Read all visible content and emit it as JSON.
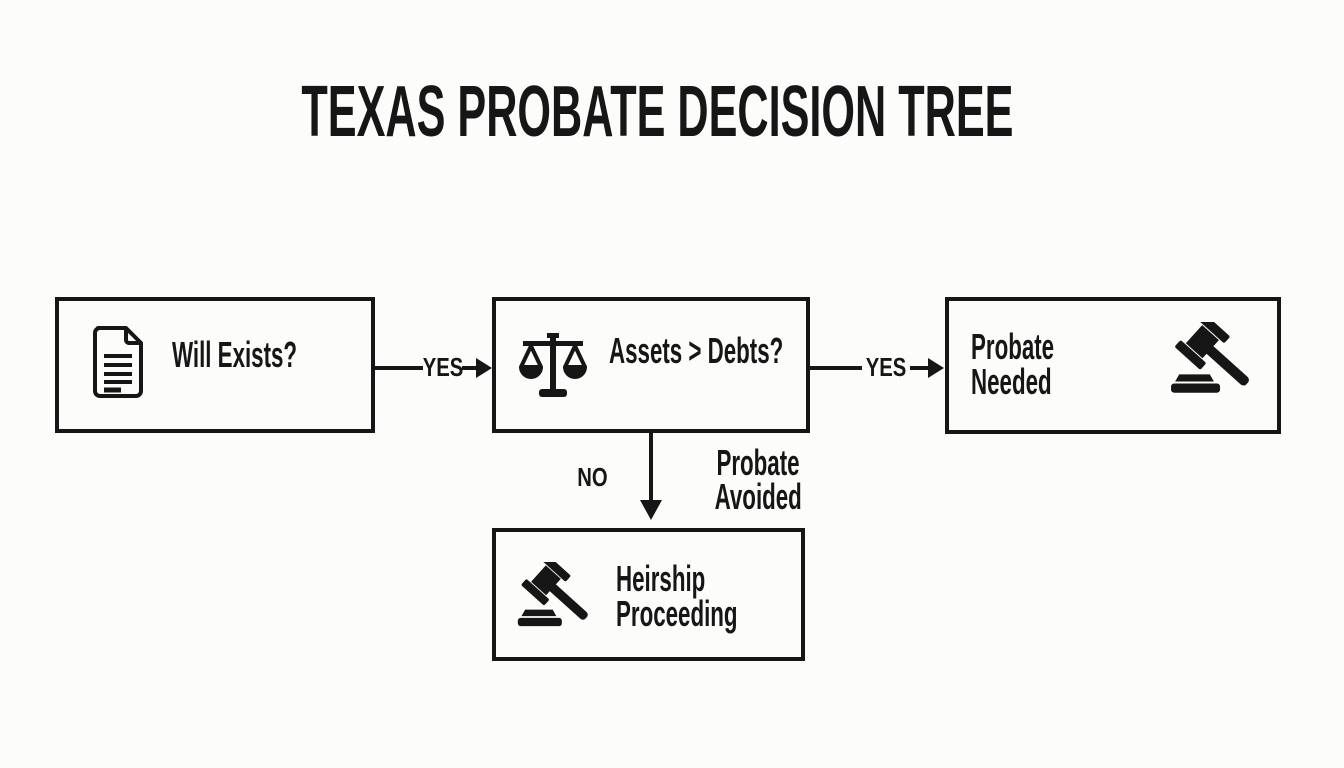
{
  "title": "TEXAS PROBATE DECISION TREE",
  "colors": {
    "background": "#fcfcfa",
    "ink": "#161616"
  },
  "diagram": {
    "nodes": [
      {
        "id": "will-exists",
        "icon": "document-icon",
        "lines": [
          "Will Exists?"
        ]
      },
      {
        "id": "assets-vs-debts",
        "icon": "scales-icon",
        "lines": [
          "Assets > Debts?"
        ]
      },
      {
        "id": "probate-needed",
        "icon": "gavel-icon",
        "lines": [
          "Probate",
          "Needed"
        ]
      },
      {
        "id": "heirship-proceeding",
        "icon": "gavel-icon",
        "lines": [
          "Heirship",
          "Proceeding"
        ]
      }
    ],
    "edges": [
      {
        "from": "will-exists",
        "to": "assets-vs-debts",
        "label": "YES"
      },
      {
        "from": "assets-vs-debts",
        "to": "probate-needed",
        "label": "YES"
      },
      {
        "from": "assets-vs-debts",
        "to": "heirship-proceeding",
        "label": "NO",
        "note_lines": [
          "Probate",
          "Avoided"
        ]
      }
    ]
  }
}
